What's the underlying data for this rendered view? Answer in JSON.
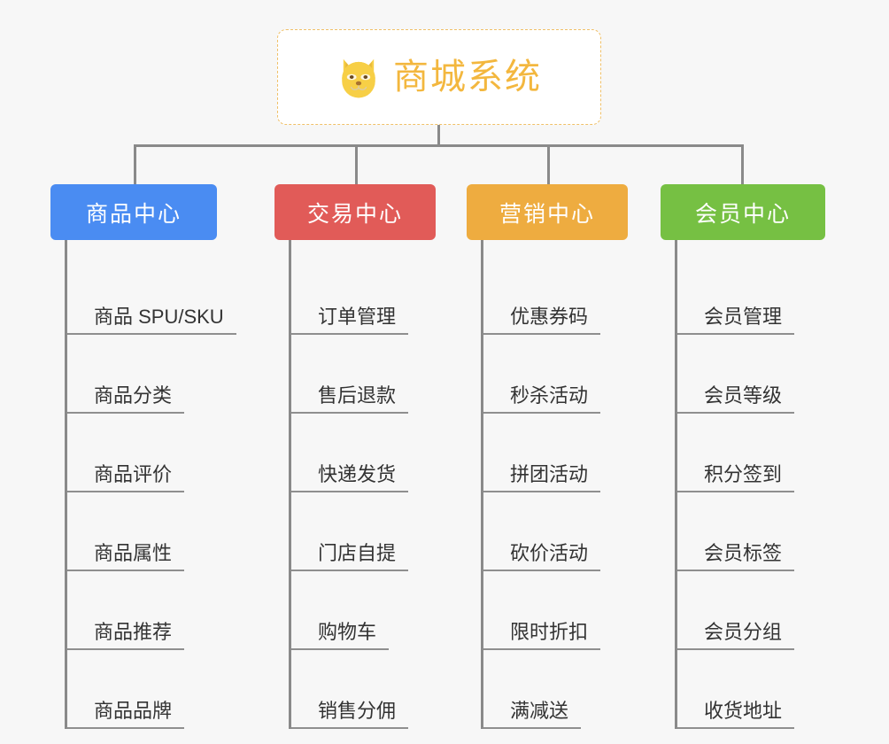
{
  "page": {
    "background_color": "#f7f7f7",
    "line_color": "#8a8a8a"
  },
  "root": {
    "title": "商城系统",
    "icon": "shiba-dog-face-icon",
    "border_color": "#f0c068",
    "text_color": "#f3b73e",
    "background_color": "#ffffff"
  },
  "columns": [
    {
      "id": "product-center",
      "title": "商品中心",
      "color": "#4a8cf2",
      "items": [
        "商品 SPU/SKU",
        "商品分类",
        "商品评价",
        "商品属性",
        "商品推荐",
        "商品品牌"
      ]
    },
    {
      "id": "trade-center",
      "title": "交易中心",
      "color": "#e15b58",
      "items": [
        "订单管理",
        "售后退款",
        "快递发货",
        "门店自提",
        "购物车",
        "销售分佣"
      ]
    },
    {
      "id": "marketing-center",
      "title": "营销中心",
      "color": "#eeac40",
      "items": [
        "优惠券码",
        "秒杀活动",
        "拼团活动",
        "砍价活动",
        "限时折扣",
        "满减送"
      ]
    },
    {
      "id": "member-center",
      "title": "会员中心",
      "color": "#76c043",
      "items": [
        "会员管理",
        "会员等级",
        "积分签到",
        "会员标签",
        "会员分组",
        "收货地址"
      ]
    }
  ]
}
